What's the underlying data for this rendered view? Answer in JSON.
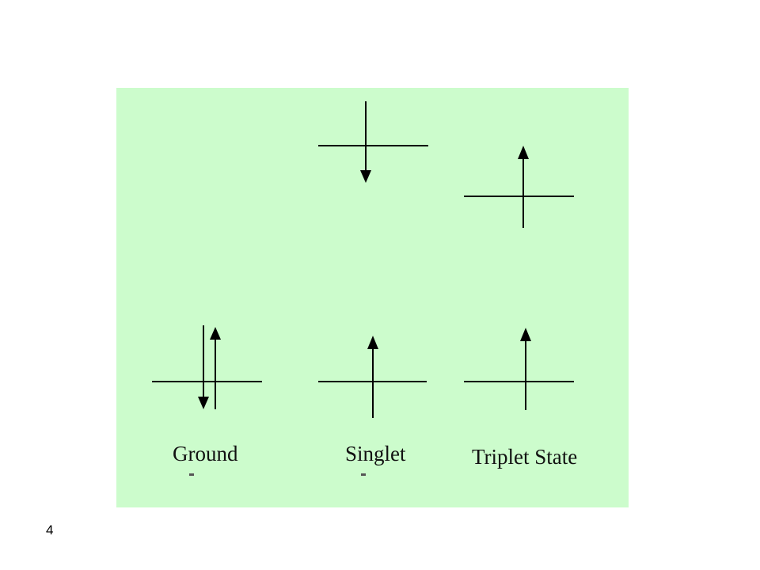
{
  "diagram": {
    "background_color": "#ccfccc",
    "line_color": "#000000",
    "labels": {
      "ground": "Ground",
      "singlet": "Singlet",
      "triplet": "Triplet State"
    }
  },
  "slide": {
    "number": "4"
  }
}
